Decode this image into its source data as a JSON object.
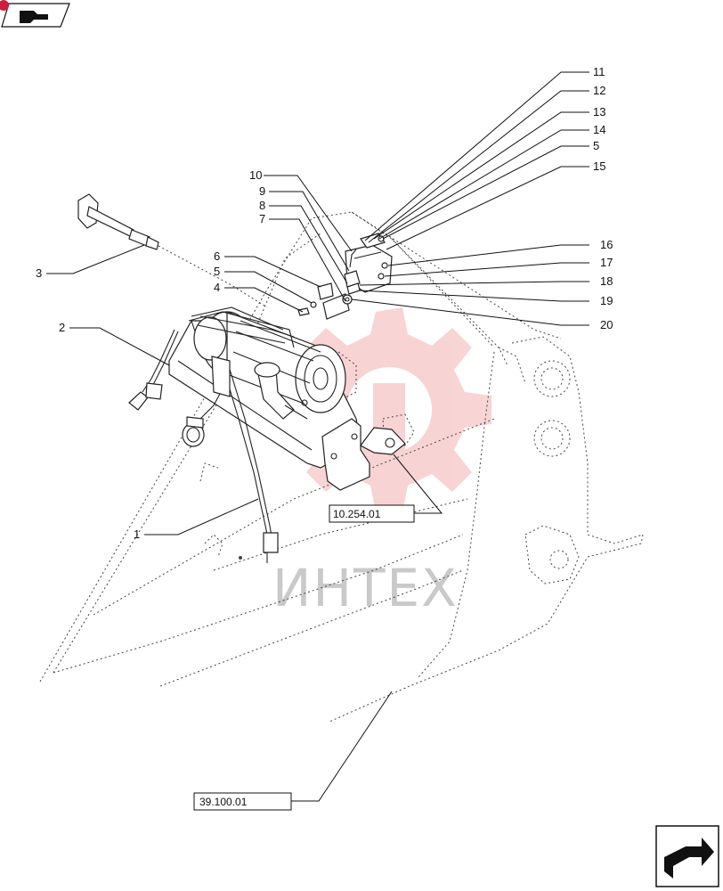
{
  "callouts": {
    "c1": "1",
    "c2": "2",
    "c3": "3",
    "c4": "4",
    "c5a": "5",
    "c6": "6",
    "c7": "7",
    "c8": "8",
    "c9": "9",
    "c10": "10",
    "c11": "11",
    "c12": "12",
    "c13": "13",
    "c14": "14",
    "c5b": "5",
    "c15": "15",
    "c16": "16",
    "c17": "17",
    "c18": "18",
    "c19": "19",
    "c20": "20"
  },
  "references": {
    "ref_upper": "10.254.01",
    "ref_lower": "39.100.01"
  },
  "watermark": {
    "text": "ИНТЕХ",
    "color": "#e23b3b"
  },
  "nav": {
    "prev_icon": "book-back-icon",
    "next_icon": "book-forward-icon"
  }
}
